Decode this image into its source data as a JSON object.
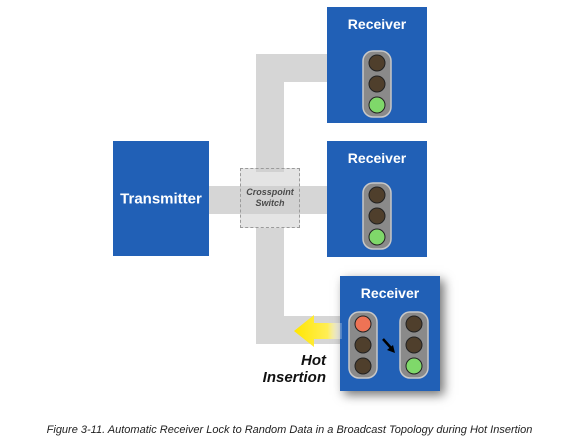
{
  "transmitter": {
    "label": "Transmitter"
  },
  "crosspoint": {
    "line1": "Crosspoint",
    "line2": "Switch"
  },
  "receivers": [
    {
      "title": "Receiver",
      "lights": [
        "off",
        "off",
        "green"
      ]
    },
    {
      "title": "Receiver",
      "lights": [
        "off",
        "off",
        "green"
      ]
    },
    {
      "title": "Receiver",
      "lights_before": [
        "red",
        "off",
        "off"
      ],
      "lights_after": [
        "off",
        "off",
        "green"
      ]
    }
  ],
  "hot_insertion": {
    "line1": "Hot",
    "line2": "Insertion"
  },
  "caption": "Figure 3-11. Automatic Receiver Lock to Random Data in a Broadcast Topology during Hot Insertion",
  "colors": {
    "box": "#2160b6",
    "path": "#d6d6d6",
    "arrow": "#ffe000",
    "light_off": "#4f3f2c",
    "light_green": "#7fd86a",
    "light_red": "#ee7355"
  }
}
